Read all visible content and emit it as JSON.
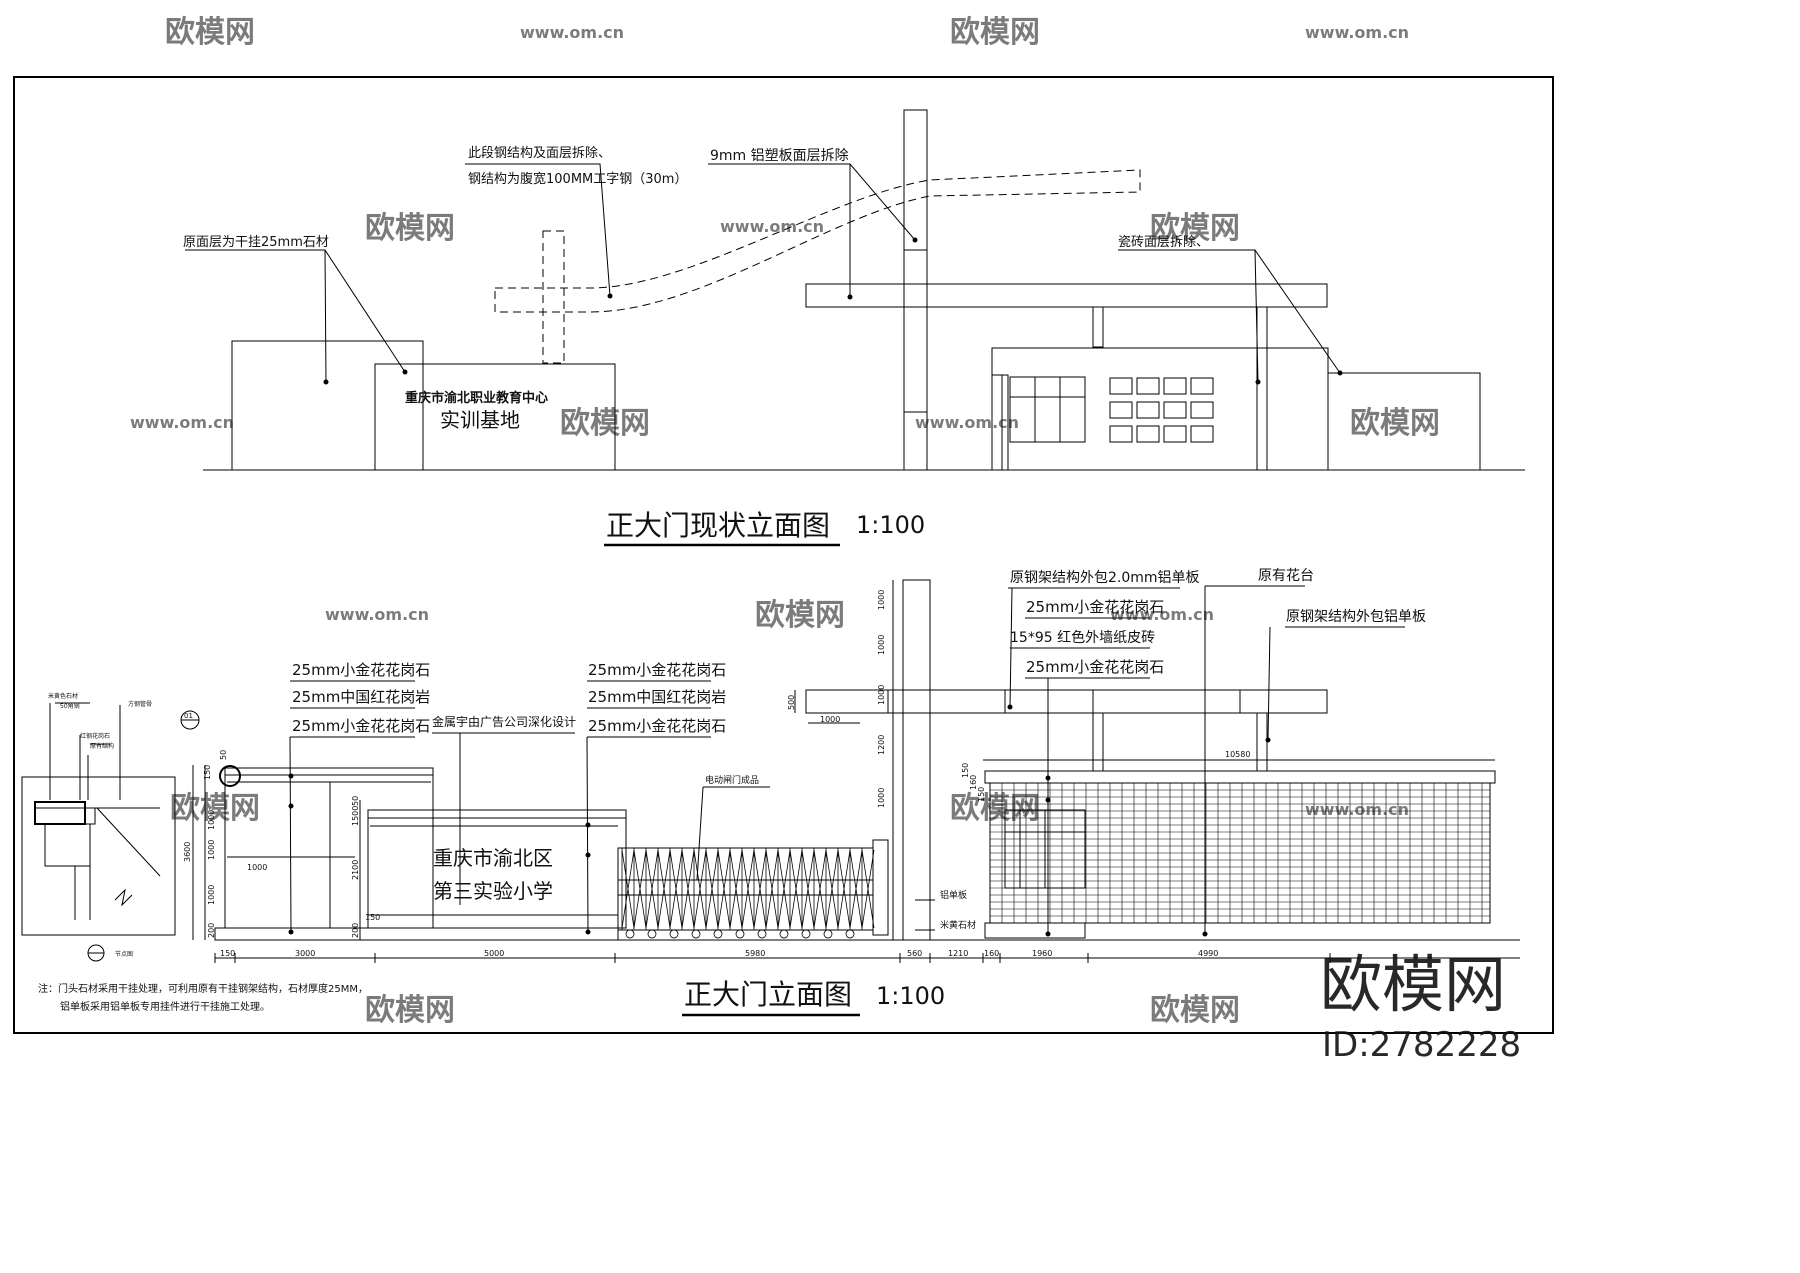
{
  "sheet": {
    "top_view_title": "正大门现状立面图",
    "top_view_scale": "1:100",
    "bottom_view_title": "正大门立面图",
    "bottom_view_scale": "1:100"
  },
  "top_view": {
    "sign_line1": "重庆市渝北职业教育中心",
    "sign_line2": "实训基地",
    "notes": {
      "steel_remove_1": "此段钢结构及面层拆除、",
      "steel_remove_2": "钢结构为腹宽100MM工字钢（30m）",
      "aluplastic": "9mm 铝塑板面层拆除",
      "stone_face": "原面层为干挂25mm石材",
      "tile_face": "瓷砖面层拆除、"
    }
  },
  "bottom_view": {
    "school_line1": "重庆市渝北区",
    "school_line2": "第三实验小学",
    "left_notes": [
      "25mm小金花花岗石",
      "25mm中国红花岗岩",
      "25mm小金花花岗石"
    ],
    "mid_notes": [
      "25mm小金花花岗石",
      "25mm中国红花岗岩",
      "25mm小金花花岗石"
    ],
    "designer_note": "金属宇由广告公司深化设计",
    "gate_note": "电动闸门成品",
    "right_notes": [
      "原钢架结构外包2.0mm铝单板",
      "25mm小金花花岗石",
      "15*95  红色外墙纸皮砖",
      "25mm小金花花岗石"
    ],
    "planter_note": "原有花台",
    "steel_clad_note": "原钢架结构外包铝单板",
    "alu_label": "铝单板",
    "stone_label": "米黄石材",
    "bottom_dims": [
      "150",
      "3000",
      "5000",
      "5980",
      "560",
      "1210",
      "160",
      "1960",
      "4990"
    ],
    "top_dim": "10580",
    "pillar_dims": [
      "1000",
      "1000",
      "1000",
      "1200",
      "1000"
    ],
    "beam_dims": [
      "500",
      "1000"
    ],
    "left_dims": [
      "3600",
      "1000",
      "1000",
      "1000",
      "200",
      "150",
      "50"
    ],
    "wall_dims": [
      "1000",
      "2100",
      "150",
      "200",
      "1500",
      "50"
    ],
    "right_small_dims": [
      "150",
      "160",
      "150"
    ],
    "footnote_1": "注：门头石材采用干挂处理，可利用原有干挂钢架结构，石材厚度25MM，",
    "footnote_2": "铝单板采用铝单板专用挂件进行干挂施工处理。"
  },
  "detail": {
    "labels": [
      "米黄色石材",
      "50角钢",
      "红钢花岗石",
      "原有结构",
      "方钢管骨"
    ],
    "title": "节点图",
    "marker_num": "01"
  },
  "watermark": {
    "brand": "欧模网",
    "site": "www.om.cn",
    "id_text": "ID:2782228"
  }
}
